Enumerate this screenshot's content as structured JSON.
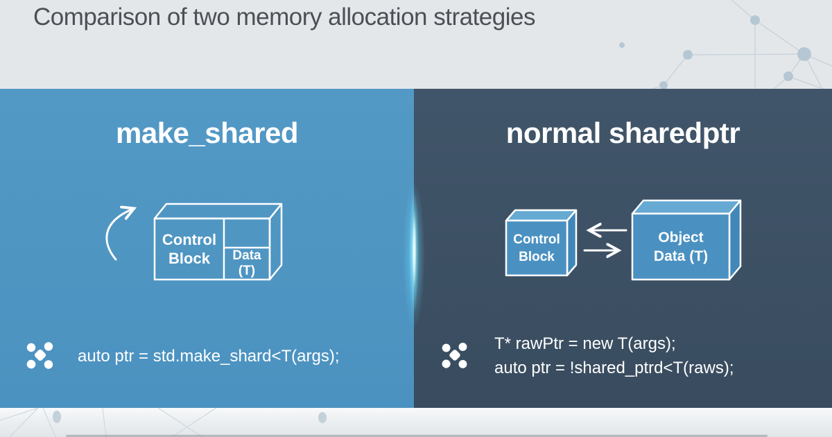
{
  "header": {
    "title": "Comparison of two memory allocation strategies"
  },
  "left_panel": {
    "title": "make_shared",
    "box": {
      "control_line1": "Control",
      "control_line2": "Block",
      "data_label": "Data (T)"
    },
    "code": "auto ptr = std.make_shard<T(args);"
  },
  "right_panel": {
    "title": "normal sharedptr",
    "control_box": {
      "line1": "Control",
      "line2": "Block"
    },
    "object_box": {
      "line1": "Object",
      "line2": "Data (T)"
    },
    "code_line1": "T* rawPtr = new T(args);",
    "code_line2": "auto ptr = !shared_ptrd<T(raws);"
  },
  "colors": {
    "header_bg": "#e4e7e9",
    "header_text": "#4b5056",
    "left_panel_bg": "#4f96c3",
    "right_panel_bg": "#3d5164",
    "box_fill": "#4a91c1",
    "glow": "#6ee0ff",
    "diagram_stroke": "#ffffff",
    "network_pattern": "#c3d0da"
  }
}
